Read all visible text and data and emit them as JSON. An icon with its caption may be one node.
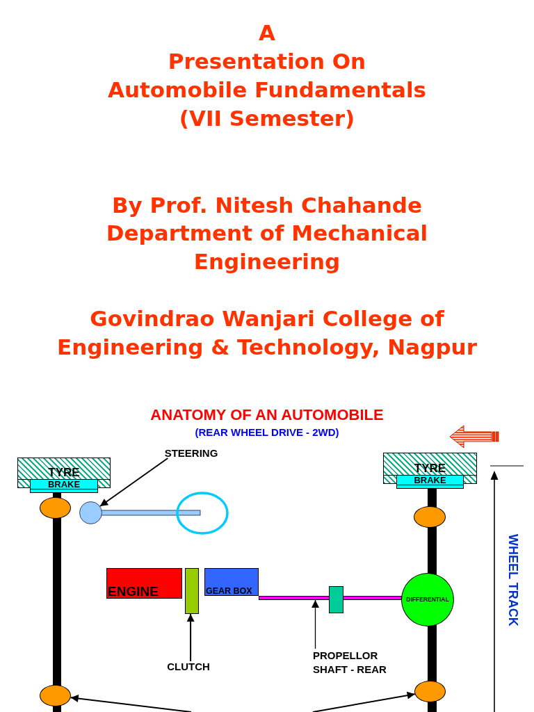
{
  "diagram": {
    "title": "A Presentation On Automobile Fundamentals (VII Semester)",
    "nodes": [
      {
        "text": [
          "TYRE"
        ]
      },
      {
        "text": [
          "BRAKE"
        ]
      },
      {
        "text": [
          "STEERING"
        ]
      },
      {
        "text": [
          "TYRE"
        ]
      },
      {
        "text": [
          "BRAKE"
        ]
      },
      {
        "text": [],
        "shape": "ellipse"
      },
      {
        "text": [],
        "shape": "circle"
      },
      {
        "text": [],
        "shape": "ellipse"
      },
      {
        "text": [
          "ENGINE"
        ]
      },
      {
        "text": [],
        "shape": "bar"
      },
      {
        "text": [
          "GEAR BOX"
        ]
      },
      {
        "text": [],
        "shape": "bar"
      },
      {
        "text": [],
        "shape": "box"
      },
      {
        "text": [
          "DIFFERENTIAL"
        ]
      },
      {
        "text": [
          "CLUTCH"
        ]
      },
      {
        "text": [
          "PROPELLOR SHAFT - REAR"
        ]
      },
      {
        "text": [],
        "shape": "ellipse"
      },
      {
        "text": [],
        "shape": "ellipse"
      }
    ],
    "edges": [
      {
        "from": 2,
        "to": 6,
        "arrow": "to"
      },
      {
        "from": 14,
        "to": 9,
        "arrow": "to"
      },
      {
        "from": 15,
        "to": 11,
        "arrow": "to"
      },
      {
        "from": null,
        "to": 16,
        "arrow": "to"
      },
      {
        "from": null,
        "to": 17,
        "arrow": "to"
      }
    ],
    "labels": [
      "By Prof. Nitesh Chahande",
      "Department of Mechanical Engineering",
      "Govindrao Wanjari College of Engineering & Technology, Nagpur",
      "ANATOMY OF AN AUTOMOBILE",
      "(REAR WHEEL DRIVE - 2WD)",
      "WHEEL TRACK"
    ]
  }
}
